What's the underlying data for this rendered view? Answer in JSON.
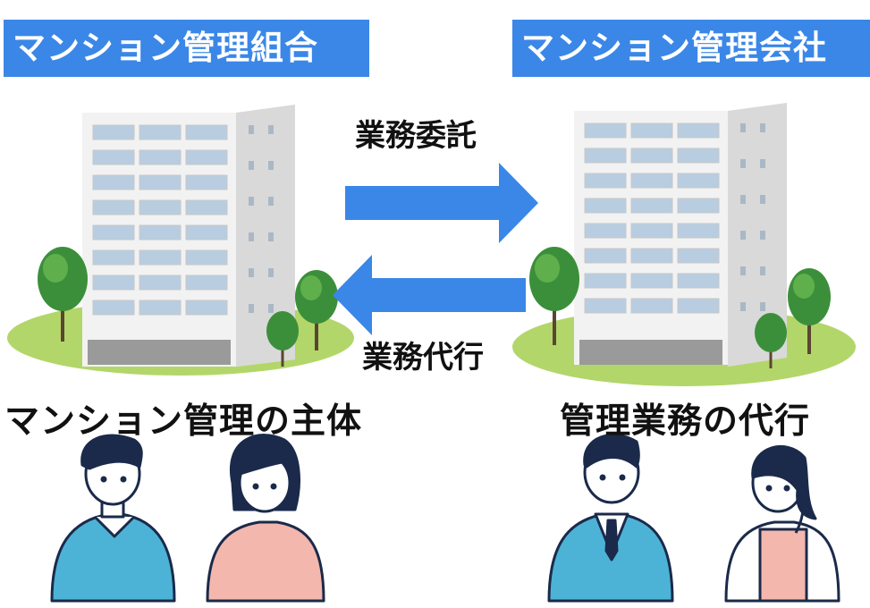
{
  "left_party": {
    "title": "マンション管理組合",
    "subtitle": "マンション管理の主体"
  },
  "right_party": {
    "title": "マンション管理会社",
    "subtitle": "管理業務の代行"
  },
  "arrows": {
    "to_right_label": "業務委託",
    "to_left_label": "業務代行"
  },
  "colors": {
    "label_bg": "#3a87e8",
    "arrow": "#3a87e8",
    "lawn": "#b3d66a",
    "tree": "#3c8f3a",
    "building_wall": "#f0f0f0",
    "shirt_blue": "#4cb3d6",
    "shirt_pink": "#f4b7ad",
    "outline": "#1b2a4a"
  }
}
